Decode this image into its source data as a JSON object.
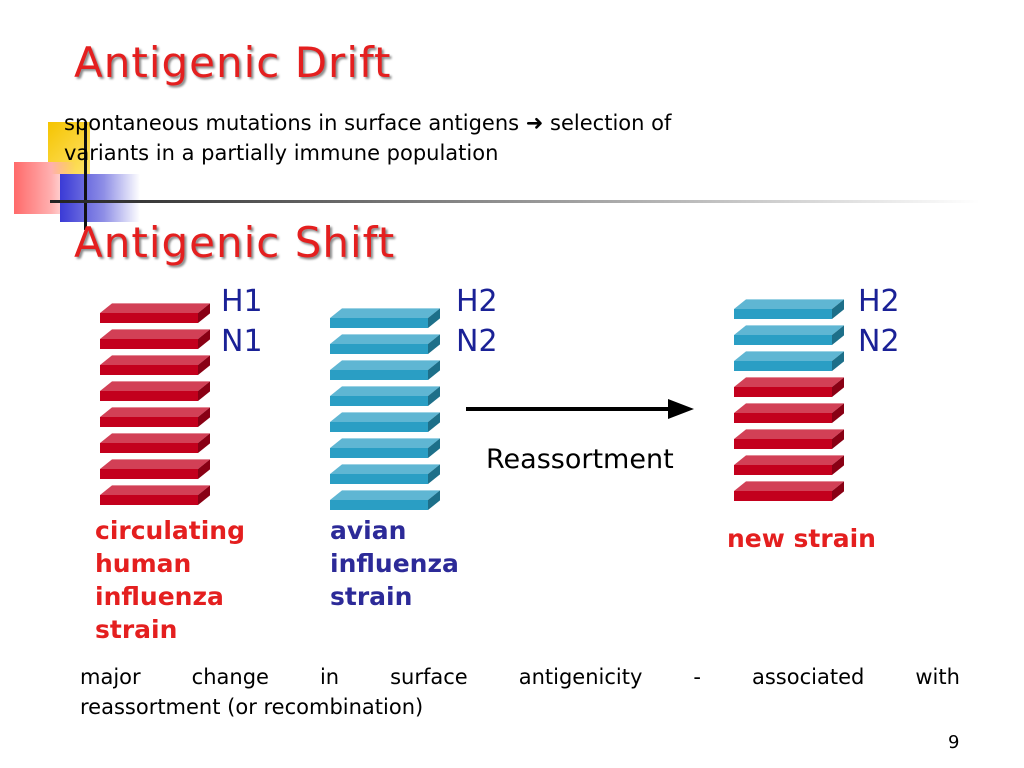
{
  "slide": {
    "title_drift": "Antigenic Drift",
    "drift_text_line1": "spontaneous mutations in surface antigens ➜ selection of",
    "drift_text_line2": "variants in a partially immune population",
    "title_shift": "Antigenic Shift",
    "page_number": "9",
    "footer_line1_words": [
      "major",
      "change",
      "in",
      "surface",
      "antigenicity",
      "-",
      "associated",
      "with"
    ],
    "footer_line2": "reassortment (or recombination)"
  },
  "diagram": {
    "human": {
      "h": "H1",
      "n": "N1",
      "label": [
        "circulating",
        "human",
        "influenza",
        "strain"
      ],
      "segments": [
        "red",
        "red",
        "red",
        "red",
        "red",
        "red",
        "red",
        "red"
      ]
    },
    "avian": {
      "h": "H2",
      "n": "N2",
      "label": [
        "avian",
        "influenza",
        "strain"
      ],
      "segments": [
        "blue",
        "blue",
        "blue",
        "blue",
        "blue",
        "blue",
        "blue",
        "blue"
      ]
    },
    "arrow_label": "Reassortment",
    "new": {
      "h": "H2",
      "n": "N2",
      "label": [
        "new strain"
      ],
      "segments": [
        "blue",
        "blue",
        "blue",
        "red",
        "red",
        "red",
        "red",
        "red"
      ]
    }
  },
  "colors": {
    "title": "#e41f1f",
    "red_segment": "#c3001d",
    "blue_segment": "#2a9ec4",
    "human_label": "#e41f1f",
    "avian_label": "#2c2a98",
    "gene_label": "#1a2196"
  }
}
